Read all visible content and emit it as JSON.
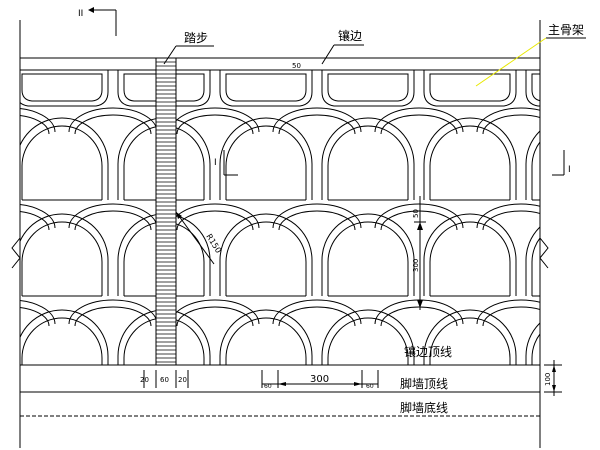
{
  "labels": {
    "section_mark_top_left": "II",
    "section_mark_left": "I",
    "section_mark_right": "I",
    "tread": "踏步",
    "edge_trim": "镶边",
    "main_frame": "主骨架",
    "edge_top_line": "镶边顶线",
    "foot_wall_top": "脚墙顶线",
    "foot_wall_bottom": "脚墙底线",
    "radius": "R150"
  },
  "dimensions": {
    "trim_width": "50",
    "arch_height": "300",
    "arch_top_offset": "50",
    "arch_span": "300",
    "side_offset_left": "60",
    "side_offset_right": "60",
    "foot_wall_height": "100",
    "step_dims": [
      "20",
      "60",
      "20"
    ]
  },
  "colors": {
    "line": "#000000",
    "leader": "#e8e800"
  }
}
